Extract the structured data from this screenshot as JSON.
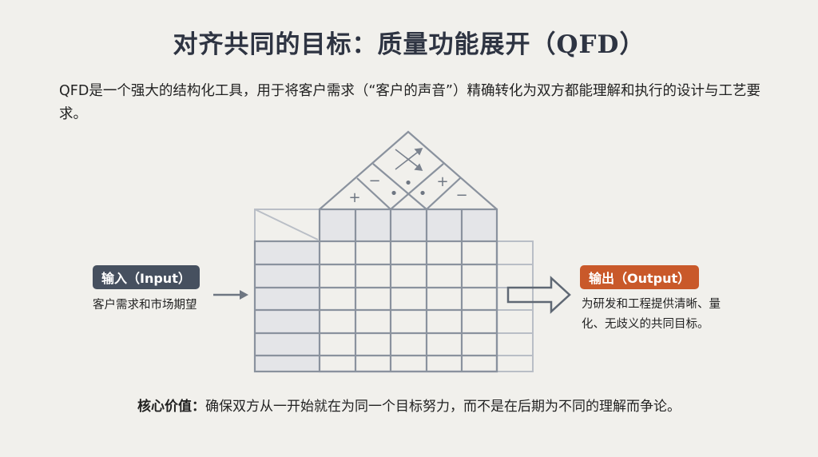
{
  "title": "对齐共同的目标：质量功能展开（QFD）",
  "intro": "QFD是一个强大的结构化工具，用于将客户需求（“客户的声音”）精确转化为双方都能理解和执行的设计与工艺要求。",
  "input": {
    "label": "输入（Input）",
    "description": "客户需求和市场期望"
  },
  "output": {
    "label": "输出（Output）",
    "description": "为研发和工程提供清晰、量化、无歧义的共同目标。"
  },
  "roof_symbols": [
    "+",
    "−",
    "•",
    "•",
    "•",
    "+",
    "−"
  ],
  "core": {
    "label": "核心价值：",
    "text": "确保双方从一开始就在为同一个目标努力，而不是在后期为不同的理解而争论。"
  },
  "colors": {
    "input_badge": "#46505f",
    "output_badge": "#c9592a",
    "grid": "#8a929e"
  }
}
